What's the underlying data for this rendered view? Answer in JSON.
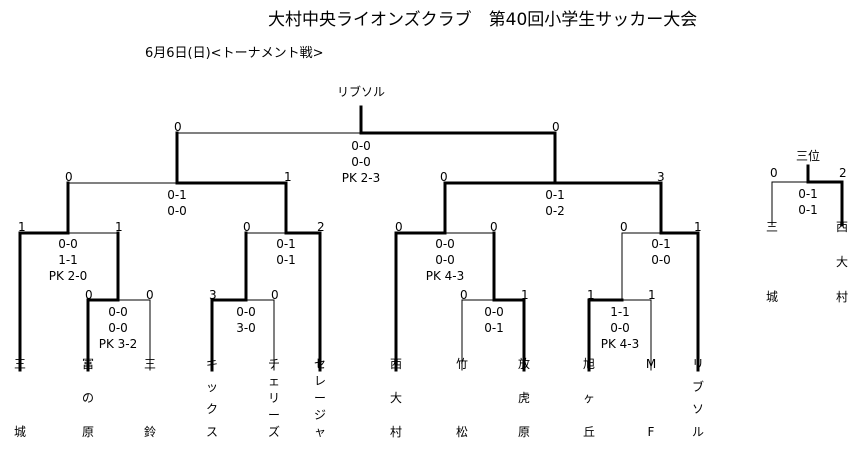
{
  "title": "大村中央ライオンズクラブ　第40回小学生サッカー大会",
  "subtitle": "6月6日(日)<トーナメント戦>",
  "winner": "リブソル",
  "third_place_label": "三位",
  "match_labels": {
    "final": [
      "0-0",
      "0-0",
      "PK 2-3"
    ],
    "sf_left": [
      "0-1",
      "0-0"
    ],
    "sf_right": [
      "0-1",
      "0-2"
    ],
    "qf1": [
      "0-0",
      "1-1",
      "PK 2-0"
    ],
    "qf2": [
      "0-1",
      "0-1"
    ],
    "qf3": [
      "0-0",
      "0-0",
      "PK 4-3"
    ],
    "qf4": [
      "0-1",
      "0-0"
    ],
    "r1_a": [
      "0-0",
      "0-0",
      "PK 3-2"
    ],
    "r1_b": [
      "0-0",
      "3-0"
    ],
    "r1_c": [
      "0-0",
      "0-1"
    ],
    "r1_d": [
      "1-1",
      "0-0",
      "PK 4-3"
    ],
    "third": [
      "0-1",
      "0-1"
    ]
  },
  "scores": {
    "final_l": "0",
    "final_r": "0",
    "sf_l_l": "0",
    "sf_l_r": "1",
    "sf_r_l": "0",
    "sf_r_r": "3",
    "qf1_l": "1",
    "qf1_r": "1",
    "qf2_l": "0",
    "qf2_r": "2",
    "qf3_l": "0",
    "qf3_r": "0",
    "qf4_l": "0",
    "qf4_r": "1",
    "r1a_l": "0",
    "r1a_r": "0",
    "r1b_l": "3",
    "r1b_r": "0",
    "r1c_l": "0",
    "r1c_r": "1",
    "r1d_l": "1",
    "r1d_r": "1",
    "third_l": "0",
    "third_r": "2"
  },
  "teams": [
    {
      "key": "mikiri",
      "chars": [
        "三",
        "",
        "城"
      ]
    },
    {
      "key": "tominohara",
      "chars": [
        "富",
        "の",
        "原"
      ]
    },
    {
      "key": "mirei",
      "chars": [
        "三",
        "",
        "鈴"
      ]
    },
    {
      "key": "kids",
      "chars": [
        "キ",
        "ッ",
        "ク",
        "ス"
      ]
    },
    {
      "key": "cherries",
      "chars": [
        "チ",
        "ェ",
        "リ",
        "ー",
        "ズ"
      ]
    },
    {
      "key": "seleja",
      "chars": [
        "セ",
        "レ",
        "ー",
        "ジ",
        "ャ"
      ]
    },
    {
      "key": "nishiomura",
      "chars": [
        "西",
        "大",
        "村"
      ]
    },
    {
      "key": "takematsu",
      "chars": [
        "竹",
        "",
        "松"
      ]
    },
    {
      "key": "hokobara",
      "chars": [
        "放",
        "虎",
        "原"
      ]
    },
    {
      "key": "asahigaoka",
      "chars": [
        "旭",
        "ヶ",
        "丘"
      ]
    },
    {
      "key": "mf",
      "chars": [
        "M",
        "",
        "F"
      ]
    },
    {
      "key": "ribsol",
      "chars": [
        "リ",
        "ブ",
        "ソ",
        "ル"
      ]
    }
  ],
  "third_teams": [
    {
      "key": "mikiri",
      "chars": [
        "三",
        "",
        "城"
      ]
    },
    {
      "key": "nishiomura",
      "chars": [
        "西",
        "大",
        "村"
      ]
    }
  ]
}
